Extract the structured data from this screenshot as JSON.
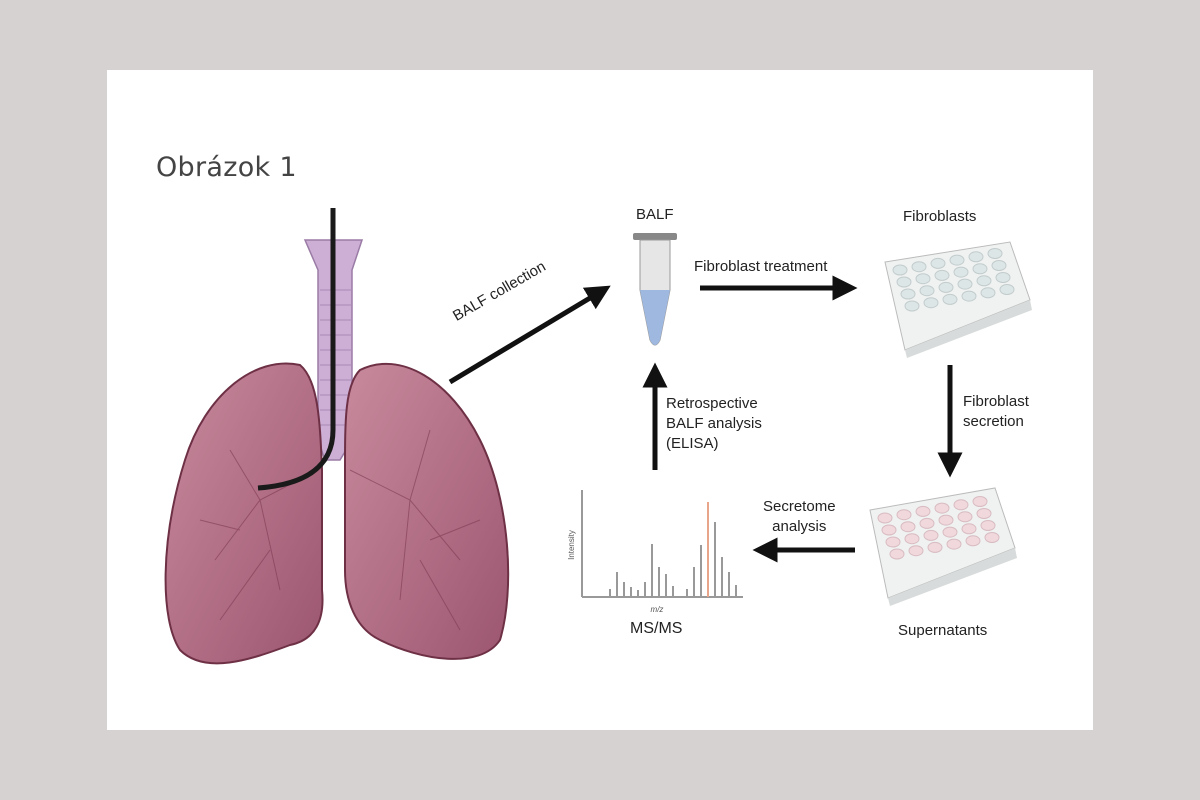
{
  "figure_title": "Obrázok 1",
  "labels": {
    "balf": "BALF",
    "fibroblasts": "Fibroblasts",
    "supernatants": "Supernatants",
    "ms_ms": "MS/MS",
    "intensity_axis": "Intensity",
    "mz_axis": "m/z"
  },
  "arrows": {
    "balf_collection": "BALF collection",
    "fibroblast_treatment": "Fibroblast treatment",
    "fibroblast_secretion": "Fibroblast\nsecretion",
    "secretome_analysis": "Secretome\nanalysis",
    "retrospective": "Retrospective\nBALF analysis\n(ELISA)"
  },
  "spectrum_peaks": [
    8,
    25,
    15,
    10,
    7,
    15,
    53,
    30,
    23,
    11,
    0,
    8,
    30,
    52,
    95,
    75,
    40,
    25,
    12
  ],
  "highlight_peak_index": 14,
  "colors": {
    "lung": "#b86f86",
    "lung_dark": "#7d3a52",
    "trachea": "#c9a7cf",
    "liquid": "#9fb8e0",
    "highlight": "#e8a58a"
  }
}
